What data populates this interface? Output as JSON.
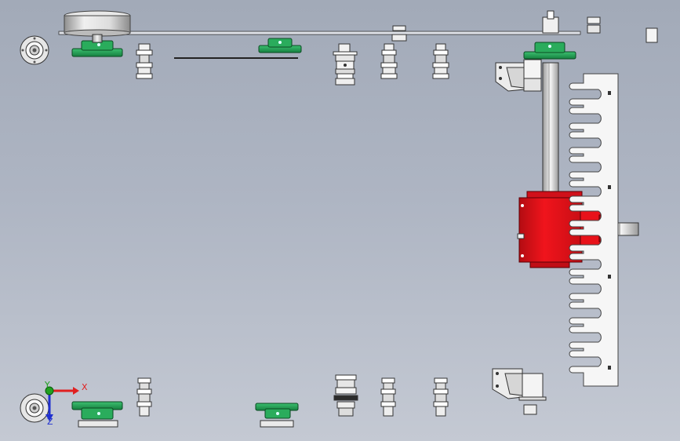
{
  "triad": {
    "x_label": "X",
    "y_label": "Y",
    "z_label": "Z"
  },
  "colors": {
    "background_top": "#a2aab8",
    "background_bottom": "#c4c9d3",
    "gearbox": "#e8121a",
    "bearing_housing": "#1e9a4e",
    "axis_x": "#e02020",
    "axis_y": "#20a020",
    "axis_z": "#2030d0"
  },
  "parts": [
    "belt-pulley",
    "pillow-block-bearing",
    "spacer-stack",
    "shaft-coupling",
    "vertical-drive-shaft",
    "right-angle-gearbox",
    "output-shaft",
    "slotted-comb-plate",
    "mounting-bracket",
    "flange-bearing"
  ]
}
